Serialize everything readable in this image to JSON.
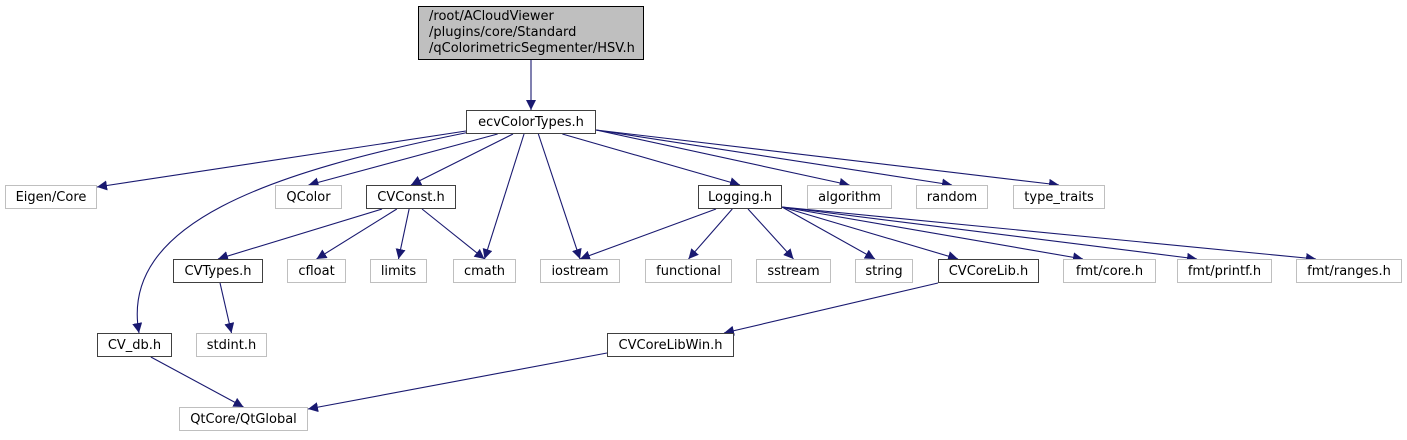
{
  "diagram": {
    "type": "include-dependency-graph",
    "edge_color": "#191970",
    "nodes": {
      "hsv": {
        "lines": [
          "/root/ACloudViewer",
          "/plugins/core/Standard",
          "/qColorimetricSegmenter/HSV.h"
        ],
        "kind": "root"
      },
      "ecvColorTypes": {
        "label": "ecvColorTypes.h",
        "kind": "local"
      },
      "eigenCore": {
        "label": "Eigen/Core",
        "kind": "system"
      },
      "qcolor": {
        "label": "QColor",
        "kind": "system"
      },
      "cvconst": {
        "label": "CVConst.h",
        "kind": "local"
      },
      "logging": {
        "label": "Logging.h",
        "kind": "local"
      },
      "algorithm": {
        "label": "algorithm",
        "kind": "system"
      },
      "random": {
        "label": "random",
        "kind": "system"
      },
      "typeTraits": {
        "label": "type_traits",
        "kind": "system"
      },
      "cvtypes": {
        "label": "CVTypes.h",
        "kind": "local"
      },
      "cfloat": {
        "label": "cfloat",
        "kind": "system"
      },
      "limits": {
        "label": "limits",
        "kind": "system"
      },
      "cmath": {
        "label": "cmath",
        "kind": "system"
      },
      "iostream": {
        "label": "iostream",
        "kind": "system"
      },
      "functional": {
        "label": "functional",
        "kind": "system"
      },
      "sstream": {
        "label": "sstream",
        "kind": "system"
      },
      "string": {
        "label": "string",
        "kind": "system"
      },
      "cvcorelib": {
        "label": "CVCoreLib.h",
        "kind": "local"
      },
      "fmtCore": {
        "label": "fmt/core.h",
        "kind": "system"
      },
      "fmtPrintf": {
        "label": "fmt/printf.h",
        "kind": "system"
      },
      "fmtRanges": {
        "label": "fmt/ranges.h",
        "kind": "system"
      },
      "cvdb": {
        "label": "CV_db.h",
        "kind": "local"
      },
      "stdint": {
        "label": "stdint.h",
        "kind": "system"
      },
      "cvcorelibwin": {
        "label": "CVCoreLibWin.h",
        "kind": "local"
      },
      "qtglobal": {
        "label": "QtCore/QtGlobal",
        "kind": "system"
      }
    },
    "edges": [
      [
        "hsv",
        "ecvColorTypes"
      ],
      [
        "ecvColorTypes",
        "eigenCore"
      ],
      [
        "ecvColorTypes",
        "cvdb"
      ],
      [
        "ecvColorTypes",
        "qcolor"
      ],
      [
        "ecvColorTypes",
        "cvconst"
      ],
      [
        "ecvColorTypes",
        "cmath"
      ],
      [
        "ecvColorTypes",
        "iostream"
      ],
      [
        "ecvColorTypes",
        "logging"
      ],
      [
        "ecvColorTypes",
        "algorithm"
      ],
      [
        "ecvColorTypes",
        "random"
      ],
      [
        "ecvColorTypes",
        "typeTraits"
      ],
      [
        "cvconst",
        "cvtypes"
      ],
      [
        "cvconst",
        "cfloat"
      ],
      [
        "cvconst",
        "limits"
      ],
      [
        "cvconst",
        "cmath"
      ],
      [
        "cvtypes",
        "stdint"
      ],
      [
        "logging",
        "iostream"
      ],
      [
        "logging",
        "functional"
      ],
      [
        "logging",
        "sstream"
      ],
      [
        "logging",
        "string"
      ],
      [
        "logging",
        "cvcorelib"
      ],
      [
        "logging",
        "fmtCore"
      ],
      [
        "logging",
        "fmtPrintf"
      ],
      [
        "logging",
        "fmtRanges"
      ],
      [
        "cvcorelib",
        "cvcorelibwin"
      ],
      [
        "cvdb",
        "qtglobal"
      ],
      [
        "cvcorelibwin",
        "qtglobal"
      ]
    ]
  }
}
